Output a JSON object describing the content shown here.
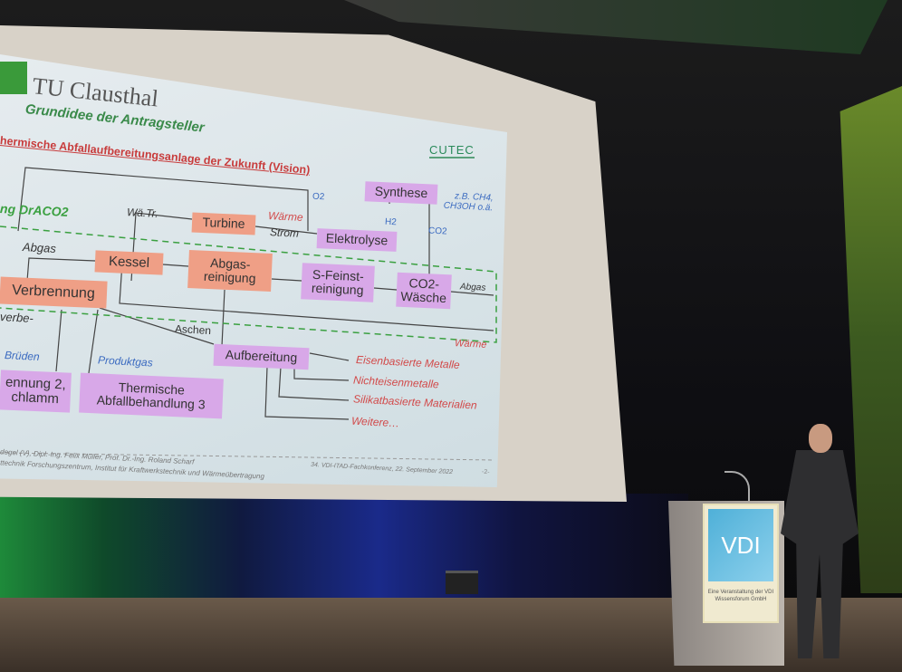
{
  "slide": {
    "university": "TU Clausthal",
    "subtitle": "Grundidee der Antragsteller",
    "heading": "hermische Abfallaufbereitungsanlage der Zukunft (Vision)",
    "partner_logo": "CUTEC",
    "project_label": "ng DrACO2",
    "nodes": {
      "synthese": "Synthese",
      "turbine": "Turbine",
      "elektrolyse": "Elektrolyse",
      "kessel": "Kessel",
      "abgasreinigung": "Abgas-\nreinigung",
      "s_feinstreinigung": "S-Feinst-\nreinigung",
      "co2_waesche": "CO2-\nWäsche",
      "verbrennung": "Verbrennung",
      "aufbereitung": "Aufbereitung",
      "verbrennung2": "ennung 2,\nchlamm",
      "thermische3": "Thermische\nAbfallbehandlung 3"
    },
    "labels": {
      "products": "z.B. CH4,\nCH3OH o.ä.",
      "o2": "O2",
      "h2": "H2",
      "co2": "CO2",
      "wae_tr": "Wä.Tr.",
      "waerme_top": "Wärme",
      "strom": "Strom",
      "abgas_left": "Abgas",
      "abgas_right": "Abgas",
      "verbe": "verbe-",
      "aschen": "Aschen",
      "waerme_bottom": "Wärme",
      "brueden": "Brüden",
      "produktgas": "Produktgas"
    },
    "outputs": [
      "Eisenbasierte Metalle",
      "Nichteisenmetalle",
      "Silikatbasierte Materialien",
      "Weitere…"
    ],
    "footer": {
      "authors": "degel (V), Dipl.-Ing. Felix Müller, Prof. Dr.-Ing. Roland Scharf",
      "institute": "ttechnik Forschungszentrum, Institut für Kraftwerkstechnik und Wärmeübertragung",
      "conference": "34. VDI-ITAD-Fachkonferenz, 22. September 2022",
      "page": "-2-"
    }
  },
  "podium": {
    "logo": "VDI",
    "caption": "Eine Veranstaltung der VDI Wissensforum GmbH"
  }
}
